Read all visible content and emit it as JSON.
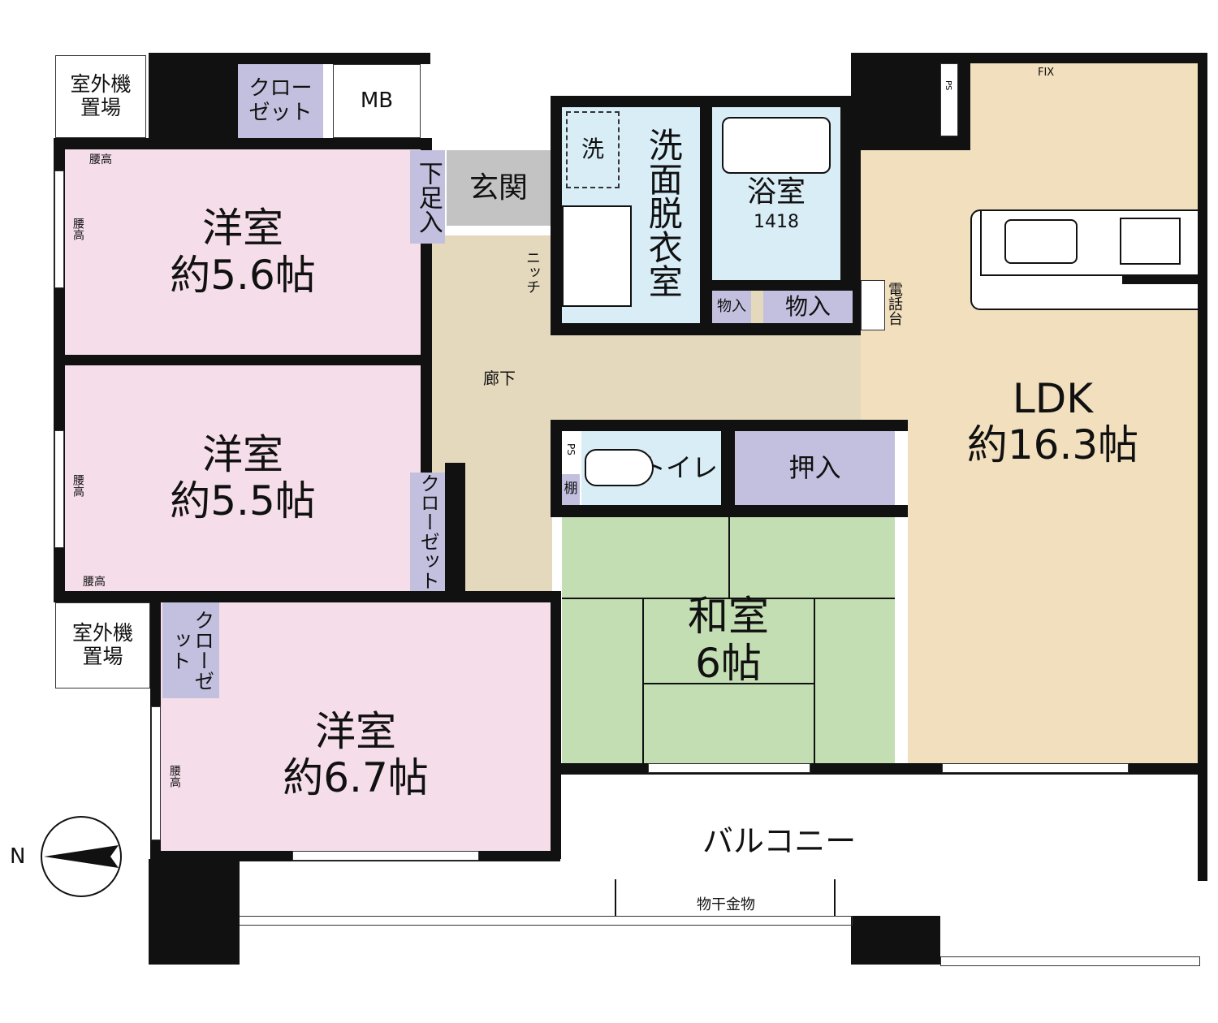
{
  "rooms": {
    "western1": {
      "name": "洋室",
      "size": "約5.6帖"
    },
    "western2": {
      "name": "洋室",
      "size": "約5.5帖"
    },
    "western3": {
      "name": "洋室",
      "size": "約6.7帖"
    },
    "ldk": {
      "name": "LDK",
      "size": "約16.3帖"
    },
    "japanese": {
      "name": "和室",
      "size": "6帖"
    },
    "entrance": "玄関",
    "shoe_storage": "下足入",
    "washroom": "洗面脱衣室",
    "washer": "洗",
    "bath": {
      "name": "浴室",
      "size": "1418"
    },
    "storage_small": "物入",
    "storage": "物入",
    "toilet": "トイレ",
    "oshiire": "押入",
    "shelf": "棚",
    "corridor": "廊下",
    "balcony": "バルコニー",
    "mb": "MB",
    "closet1": "クローゼット",
    "closet2": "クローゼット",
    "closet3": "クローゼット",
    "outdoor_unit_1": "室外機置場",
    "outdoor_unit_2": "室外機置場"
  },
  "labels": {
    "niche": "ニッチ",
    "phone_stand": "電話台",
    "fix": "FIX",
    "ps": "PS",
    "waist_high": "腰高",
    "laundry_hardware": "物干金物",
    "north": "N"
  },
  "colors": {
    "western": "#f5dde9",
    "wet_area": "#d9edf7",
    "storage": "#c3c0df",
    "corridor": "#e4d8bd",
    "ldk": "#f1dfbe",
    "tatami": "#c3deb3",
    "entrance": "#c3c3c3",
    "wall": "#111111"
  }
}
